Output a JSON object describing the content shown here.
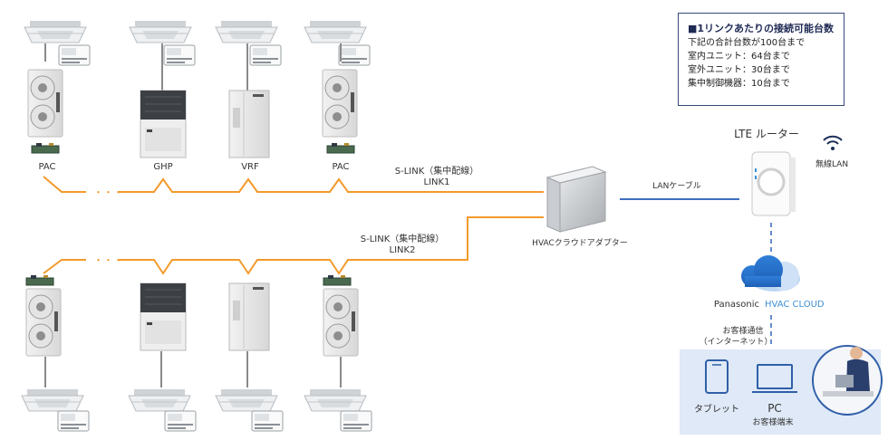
{
  "info_box": {
    "title": "■1リンクあたりの接続可能台数",
    "line1": "下記の合計台数が100台まで",
    "line2": "室内ユニット：64台まで",
    "line3": "室外ユニット：30台まで",
    "line4": "集中制御機器：10台まで"
  },
  "upper_units": [
    {
      "label": "PAC"
    },
    {
      "label": "GHP"
    },
    {
      "label": "VRF"
    },
    {
      "label": "PAC"
    }
  ],
  "links": {
    "link1_name": "S-LINK（集中配線）",
    "link1_id": "LINK1",
    "link2_name": "S-LINK（集中配線）",
    "link2_id": "LINK2",
    "ellipsis": "・・・"
  },
  "adapter_label": "HVACクラウドアダプター",
  "lan_cable_label": "LANケーブル",
  "router_label": "LTE ルーター",
  "wireless_label": "無線LAN",
  "cloud": {
    "brand": "Panasonic",
    "product": "HVAC CLOUD"
  },
  "comm_label_1": "お客様通信",
  "comm_label_2": "（インターネット）",
  "devices": {
    "tablet_label": "タブレット",
    "pc_label": "PC",
    "terminal_label": "お客様端末"
  },
  "colors": {
    "link_line": "#f39a2b",
    "lan_line": "#3d6fc2",
    "cloud_accent": "#3d8fd6",
    "panel_bg": "#dfe9f7"
  }
}
